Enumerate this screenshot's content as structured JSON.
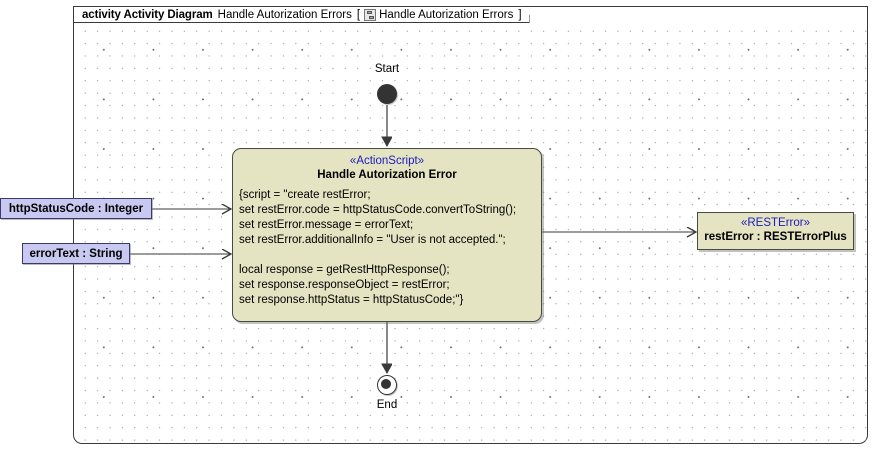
{
  "frame": {
    "keyword": "activity Activity Diagram",
    "name": "Handle Autorization Errors",
    "bracket_open": "[",
    "icon": "diagram-icon",
    "ref_name": "Handle Autorization Errors",
    "bracket_close": "]"
  },
  "nodes": {
    "start": {
      "label": "Start",
      "shape": "initial-node"
    },
    "end": {
      "label": "End",
      "shape": "final-node"
    },
    "action": {
      "stereotype": "«ActionScript»",
      "name": "Handle Autorization Error",
      "body": "{script = \"create restError;\nset restError.code = httpStatusCode.convertToString();\nset restError.message = errorText;\nset restError.additionalInfo = \"User is not accepted.\";\n\nlocal response = getRestHttpResponse();\nset response.responseObject = restError;\nset response.httpStatus = httpStatusCode;\"}"
    },
    "rest_error": {
      "stereotype": "«RESTError»",
      "name": "restError : RESTErrorPlus"
    }
  },
  "parameters": [
    {
      "label": "httpStatusCode : Integer"
    },
    {
      "label": "errorText : String"
    }
  ],
  "colors": {
    "action_fill": "#e4e3c2",
    "param_fill": "#c8c8f0",
    "stereotype_text": "#1c1cbb",
    "border": "#4a4a45",
    "node_fill_dark": "#333333"
  }
}
